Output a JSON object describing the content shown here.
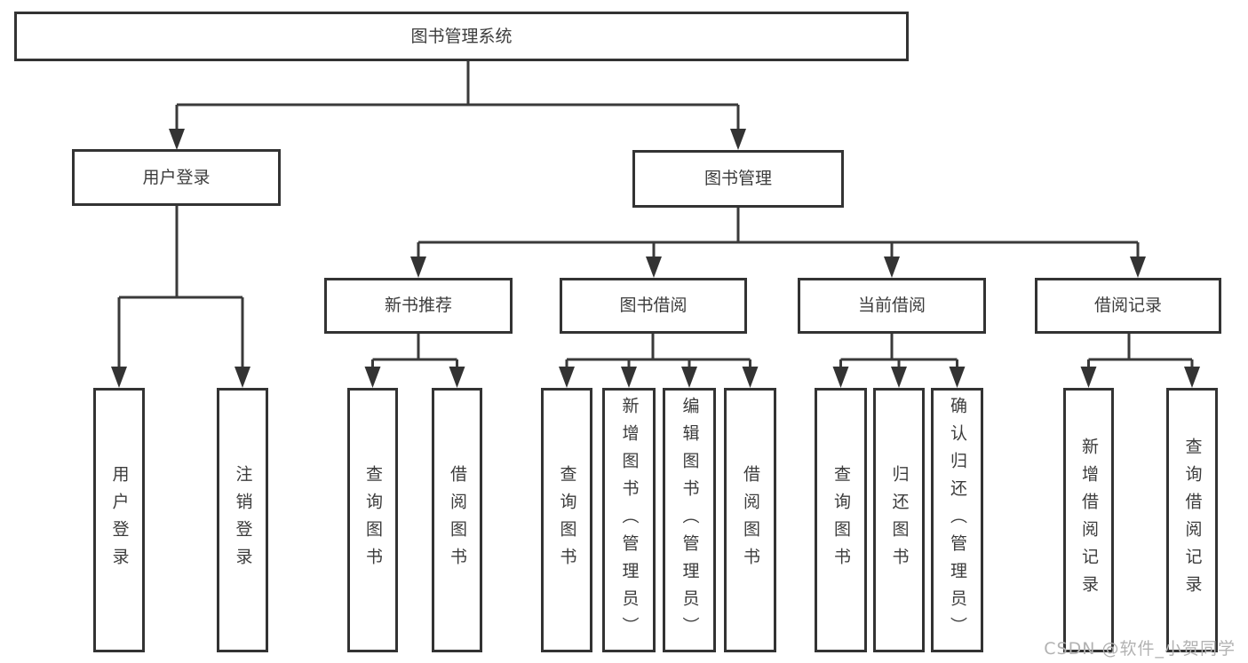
{
  "diagram_title": "图书管理系统",
  "watermark": "CSDN @软件_小贺同学",
  "colors": {
    "line": "#3a3a3a",
    "box_border": "#333333",
    "text": "#3c3c3c",
    "watermark": "#b2b2b2",
    "background": "#ffffff"
  },
  "tree": {
    "root": {
      "label": "图书管理系统",
      "children": [
        {
          "label": "用户登录",
          "children": [
            {
              "label": "用户登录"
            },
            {
              "label": "注销登录"
            }
          ]
        },
        {
          "label": "图书管理",
          "children": [
            {
              "label": "新书推荐",
              "children": [
                {
                  "label": "查询图书"
                },
                {
                  "label": "借阅图书"
                }
              ]
            },
            {
              "label": "图书借阅",
              "children": [
                {
                  "label": "查询图书"
                },
                {
                  "label": "新增图书（管理员）"
                },
                {
                  "label": "编辑图书（管理员）"
                },
                {
                  "label": "借阅图书"
                }
              ]
            },
            {
              "label": "当前借阅",
              "children": [
                {
                  "label": "查询图书"
                },
                {
                  "label": "归还图书"
                },
                {
                  "label": "确认归还（管理员）"
                }
              ]
            },
            {
              "label": "借阅记录",
              "children": [
                {
                  "label": "新增借阅记录"
                },
                {
                  "label": "查询借阅记录"
                }
              ]
            }
          ]
        }
      ]
    }
  }
}
